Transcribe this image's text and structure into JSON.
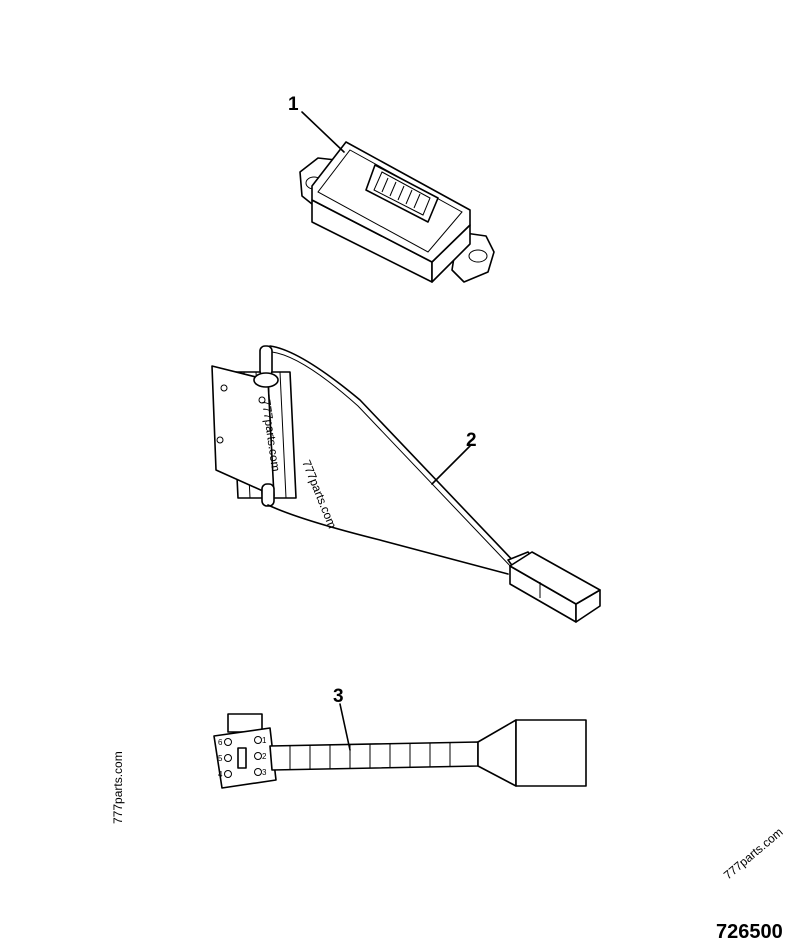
{
  "callouts": {
    "item1": "1",
    "item2": "2",
    "item3": "3"
  },
  "drawing_number": "726500",
  "watermarks": {
    "left_vertical": "777parts.com",
    "bottom_right": "777parts.com",
    "on_resistor_1": "777parts.com",
    "on_resistor_2": "777parts.com"
  },
  "connector_pins": {
    "p6": "6",
    "p5": "5",
    "p4": "4",
    "p1": "1",
    "p2": "2",
    "p3": "3"
  }
}
